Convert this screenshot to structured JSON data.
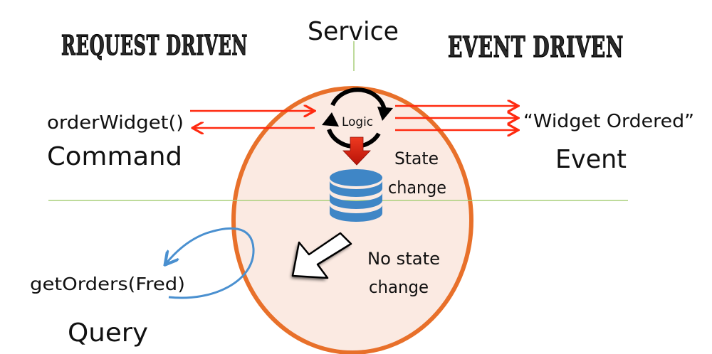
{
  "headings": {
    "left": "REQUEST DRIVEN",
    "center": "Service",
    "right": "EVENT DRIVEN"
  },
  "left_side": {
    "command_call": "orderWidget()",
    "command_label": "Command",
    "query_call": "getOrders(Fred)",
    "query_label": "Query"
  },
  "service": {
    "logic_label": "Logic",
    "state_change_line1": "State",
    "state_change_line2": "change",
    "no_state_change_line1": "No state",
    "no_state_change_line2": "change"
  },
  "right_side": {
    "event_name": "“Widget Ordered”",
    "event_label": "Event"
  },
  "colors": {
    "circle_stroke": "#e8702a",
    "circle_fill": "#fbeae2",
    "arrow_red": "#ff2a10",
    "database_blue": "#3f86c6",
    "query_arrow_blue": "#4a90d0",
    "divider_green": "#a9cf7a",
    "state_arrow_red": "#d01c10"
  }
}
